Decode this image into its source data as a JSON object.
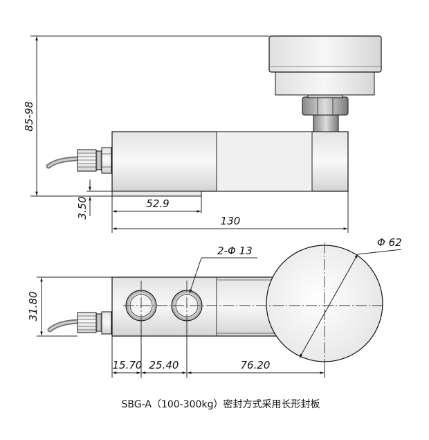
{
  "side_view": {
    "height_dim": "85-98",
    "plate_thickness_dim": "3.50",
    "plate_length_dim": "52.9",
    "body_length_dim": "130"
  },
  "top_view": {
    "width_dim": "31.80",
    "hole_label": "2-Φ 13",
    "foot_diameter_label": "Φ 62",
    "hole1_offset_dim": "15.70",
    "hole_spacing_dim": "25.40",
    "foot_offset_dim": "76.20"
  },
  "caption": "SBG-A（100-300kg）密封方式采用长形封板"
}
